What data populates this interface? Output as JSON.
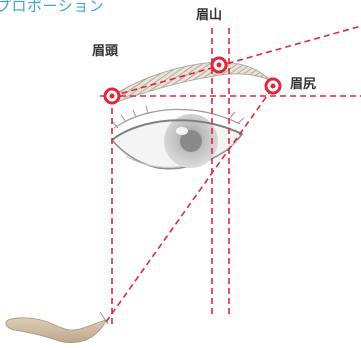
{
  "heading": "プロポーション",
  "labels": {
    "brow_head": "眉頭",
    "brow_peak": "眉山",
    "brow_tail": "眉尻"
  },
  "colors": {
    "guide_line": "#e0283c",
    "marker": "#e0283c",
    "heading": "#3aa7d9",
    "label": "#333333",
    "brow": "#b0a79a",
    "nose": "#c9b9a2"
  }
}
